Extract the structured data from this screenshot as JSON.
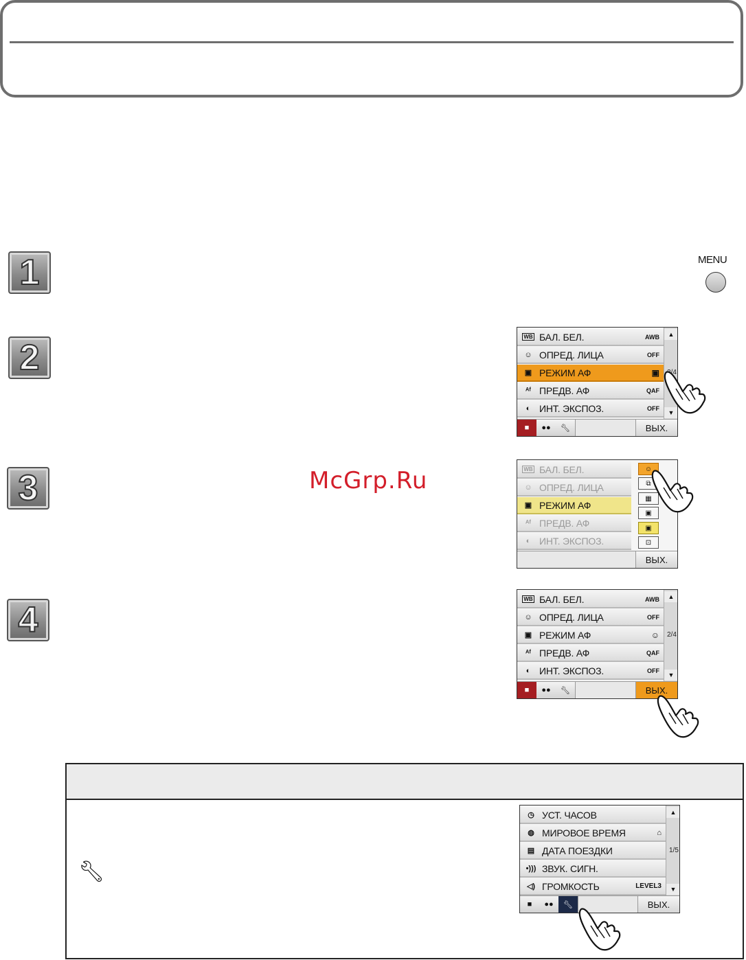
{
  "steps": [
    "1",
    "2",
    "3",
    "4"
  ],
  "menu_button": {
    "label": "MENU"
  },
  "watermark": "McGrp.Ru",
  "screen_rec": {
    "items": [
      {
        "icon": "WB",
        "label": "БАЛ. БЕЛ.",
        "value": "AWB"
      },
      {
        "icon": "face-detect-icon",
        "label": "ОПРЕД. ЛИЦА",
        "value": "OFF"
      },
      {
        "icon": "af-mode-icon",
        "label": "РЕЖИМ АФ",
        "value": ""
      },
      {
        "icon": "pre-af-icon",
        "label": "ПРЕДВ. АФ",
        "value": "QAF"
      },
      {
        "icon": "i-exposure-icon",
        "label": "ИНТ. ЭКСПОЗ.",
        "value": "OFF"
      }
    ],
    "page": "2/4",
    "exit_label": "ВЫХ."
  },
  "screen_setup": {
    "items": [
      {
        "icon": "clock-icon",
        "label": "УСТ. ЧАСОВ",
        "value": ""
      },
      {
        "icon": "globe-icon",
        "label": "МИРОВОЕ ВРЕМЯ",
        "value": ""
      },
      {
        "icon": "suitcase-icon",
        "label": "ДАТА ПОЕЗДКИ",
        "value": ""
      },
      {
        "icon": "beep-icon",
        "label": "ЗВУК. СИГН.",
        "value": ""
      },
      {
        "icon": "speaker-icon",
        "label": "ГРОМКОСТЬ",
        "value": "LEVEL3"
      }
    ],
    "page": "1/5",
    "exit_label": "ВЫХ."
  },
  "colors": {
    "selected_orange": "#ef9a1c",
    "selected_yellow": "#f0e58a",
    "tab_record_red": "#a51e22",
    "tab_setup_navy": "#1d2a48",
    "watermark_red": "#d31e2a"
  }
}
